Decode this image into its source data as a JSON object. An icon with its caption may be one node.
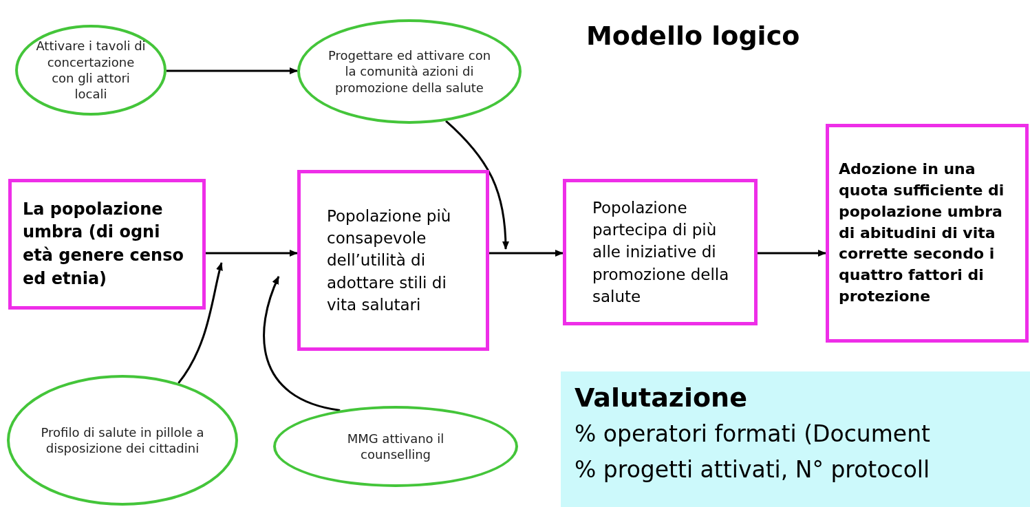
{
  "diagram": {
    "title": "Modello logico",
    "nodes": [
      {
        "text": [
          "Attivare i tavoli di concertazione con gli attori locali"
        ]
      },
      {
        "text": [
          "Progettare ed attivare con la comunità azioni di promozione della salute"
        ]
      },
      {
        "text": [
          "La popolazione umbra (di ogni età genere censo ed etnia)"
        ]
      },
      {
        "text": [
          "Popolazione più consapevole dell’utilità di adottare stili di vita salutari"
        ]
      },
      {
        "text": [
          "Popolazione partecipa di più alle iniziative di promozione della salute"
        ]
      },
      {
        "text": [
          "Adozione in una quota sufficiente di popolazione umbra di abitudini di vita corrette secondo i quattro fattori di protezione"
        ]
      },
      {
        "text": [
          "Profilo di salute in pillole a disposizione dei cittadini"
        ]
      },
      {
        "text": [
          "MMG attivano il counselling"
        ]
      },
      {
        "text": [
          "Valutazione",
          "% operatori formati (Document",
          "% progetti attivati, N° protocoll"
        ]
      }
    ],
    "edges": [
      {
        "from": 0,
        "to": 1,
        "arrow": "to"
      },
      {
        "from": 2,
        "to": 3,
        "arrow": "to"
      },
      {
        "from": 3,
        "to": 4,
        "arrow": "to"
      },
      {
        "from": 4,
        "to": 5,
        "arrow": "to"
      },
      {
        "from": 1,
        "to": 3,
        "arrow": "to"
      },
      {
        "from": 6,
        "to": 2,
        "arrow": "to"
      },
      {
        "from": 7,
        "to": 3,
        "arrow": "to"
      }
    ]
  }
}
